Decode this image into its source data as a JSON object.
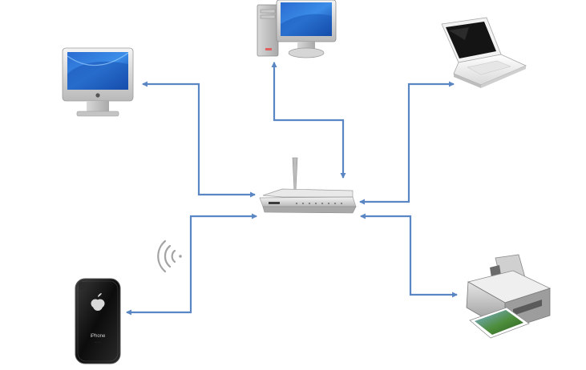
{
  "diagram": {
    "type": "home-network",
    "hub_device": "wireless-router",
    "connection_color": "#5b86c4",
    "nodes": [
      {
        "id": "imac",
        "icon": "imac-desktop-icon"
      },
      {
        "id": "tower-pc",
        "icon": "desktop-tower-pc-icon"
      },
      {
        "id": "laptop",
        "icon": "macbook-laptop-icon"
      },
      {
        "id": "router",
        "icon": "wireless-router-icon"
      },
      {
        "id": "iphone",
        "icon": "iphone-icon",
        "wireless": true
      },
      {
        "id": "printer",
        "icon": "inkjet-printer-icon"
      }
    ],
    "connections": [
      {
        "from": "router",
        "to": "imac"
      },
      {
        "from": "router",
        "to": "tower-pc"
      },
      {
        "from": "router",
        "to": "laptop"
      },
      {
        "from": "router",
        "to": "iphone"
      },
      {
        "from": "router",
        "to": "printer"
      }
    ]
  },
  "devices": {
    "iphone": {
      "label": "iPhone"
    }
  }
}
